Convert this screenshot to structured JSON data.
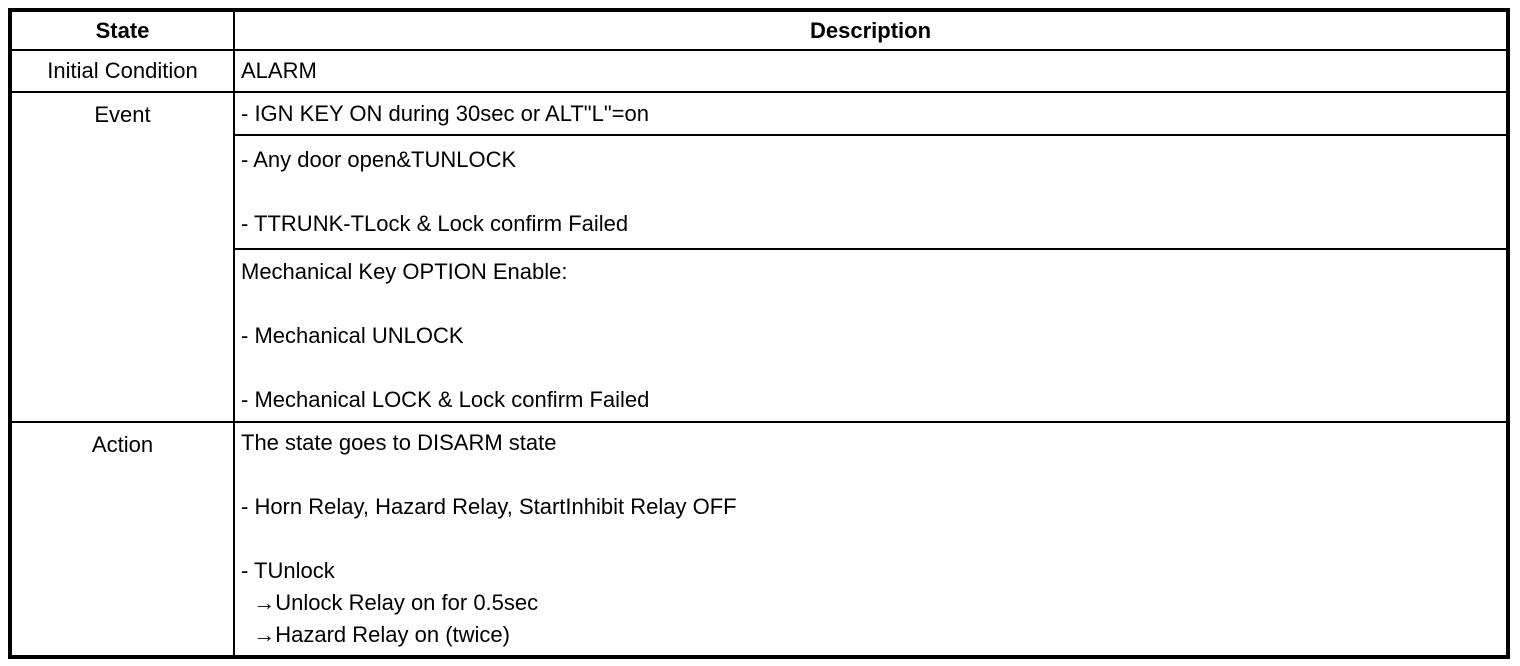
{
  "table": {
    "header": {
      "state": "State",
      "description": "Description"
    },
    "rows": [
      {
        "state": "Initial Condition",
        "cells": [
          "ALARM"
        ]
      },
      {
        "state": "Event",
        "cells": [
          "- IGN KEY ON during 30sec or ALT\"L\"=on",
          "- Any door open&TUNLOCK\n\n- TTRUNK-TLock & Lock confirm Failed",
          "Mechanical Key OPTION Enable:\n\n- Mechanical UNLOCK\n\n- Mechanical LOCK & Lock confirm Failed"
        ]
      },
      {
        "state": "Action",
        "cells": [
          "The state goes to DISARM state\n\n- Horn Relay, Hazard Relay, StartInhibit Relay OFF\n\n- TUnlock\n  →Unlock Relay on for 0.5sec\n  →Hazard Relay on (twice)"
        ]
      }
    ]
  }
}
